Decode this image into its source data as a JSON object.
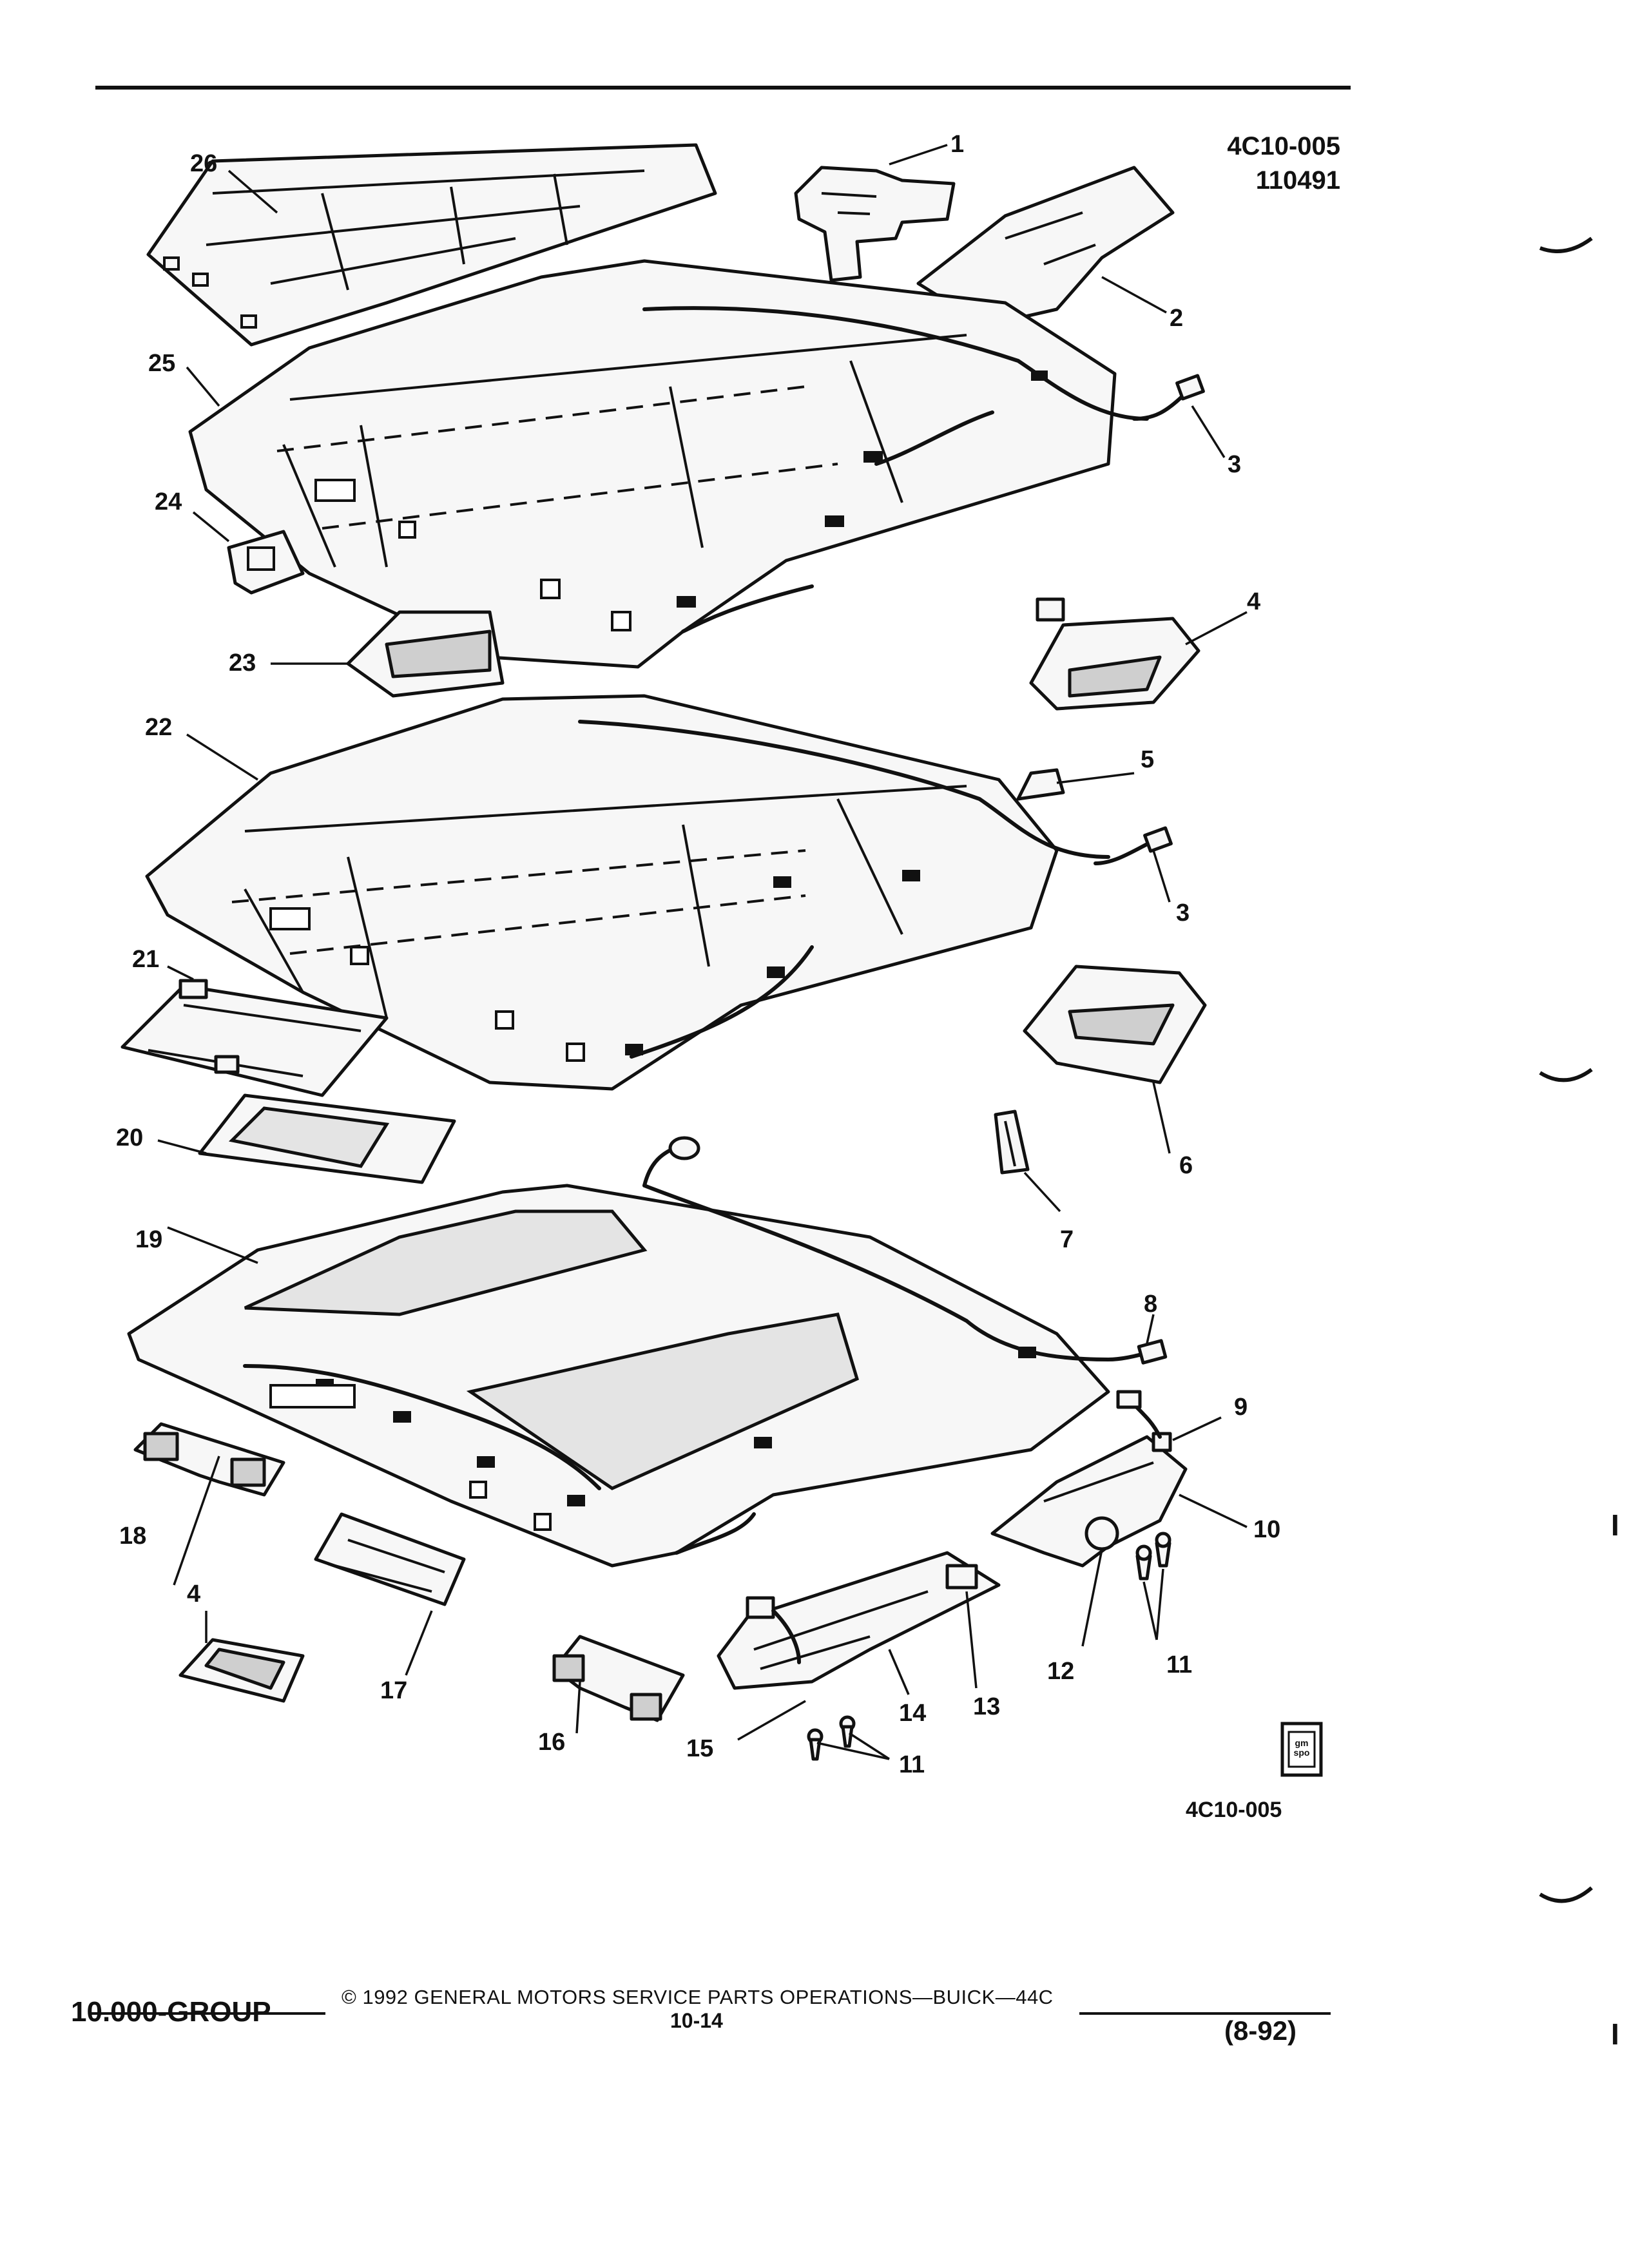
{
  "header": {
    "code_top": "4C10-005",
    "date_code": "110491"
  },
  "callouts": [
    "1",
    "2",
    "3",
    "4",
    "5",
    "6",
    "7",
    "8",
    "9",
    "10",
    "11",
    "12",
    "13",
    "14",
    "15",
    "16",
    "17",
    "18",
    "19",
    "20",
    "21",
    "22",
    "23",
    "24",
    "25",
    "26"
  ],
  "bottom_code": "4C10-005",
  "logo_text": "gm spo",
  "footer": {
    "group": "10.000-GROUP",
    "copyright": "© 1992 GENERAL MOTORS SERVICE PARTS OPERATIONS—BUICK—44C",
    "page": "10-14",
    "date": "(8-92)"
  },
  "margin_marks": [
    "I",
    "I"
  ]
}
